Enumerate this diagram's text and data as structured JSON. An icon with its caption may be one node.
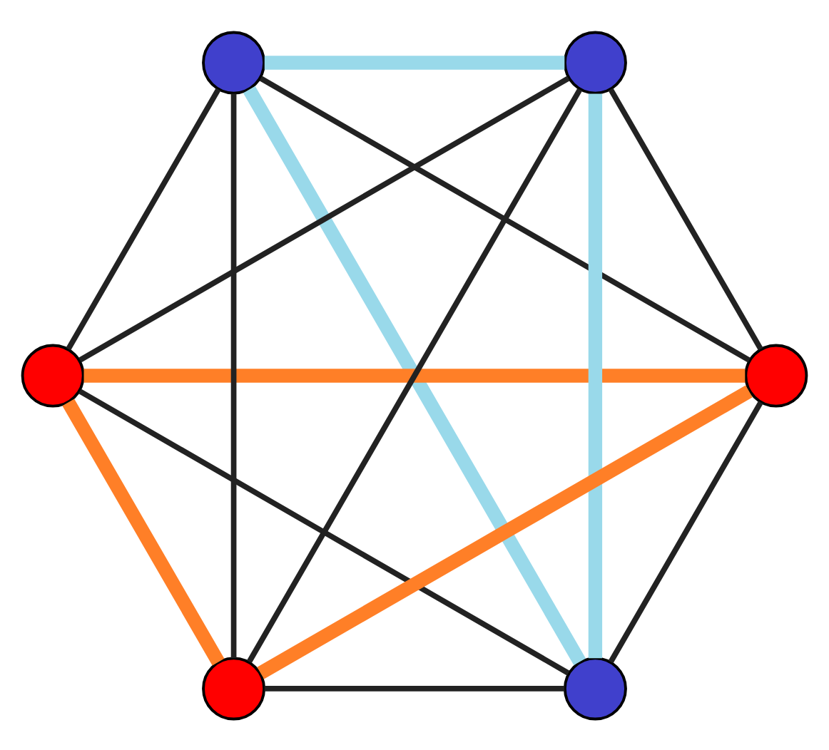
{
  "diagram": {
    "nodes": [
      {
        "text": [],
        "shape": "circle"
      },
      {
        "text": [],
        "shape": "circle"
      },
      {
        "text": [],
        "shape": "circle"
      },
      {
        "text": [],
        "shape": "circle"
      },
      {
        "text": [],
        "shape": "circle"
      },
      {
        "text": [],
        "shape": "circle"
      }
    ],
    "edges": [
      {
        "from": 0,
        "to": 1,
        "arrow": "none"
      },
      {
        "from": 1,
        "to": 3,
        "arrow": "none"
      },
      {
        "from": 3,
        "to": 5,
        "arrow": "none"
      },
      {
        "from": 5,
        "to": 4,
        "arrow": "none"
      },
      {
        "from": 4,
        "to": 2,
        "arrow": "none"
      },
      {
        "from": 2,
        "to": 0,
        "arrow": "none"
      },
      {
        "from": 0,
        "to": 5,
        "arrow": "none"
      },
      {
        "from": 1,
        "to": 4,
        "arrow": "none"
      },
      {
        "from": 2,
        "to": 3,
        "arrow": "none"
      },
      {
        "from": 0,
        "to": 3,
        "arrow": "none",
        "style": "thick",
        "color": "#99d9ea"
      },
      {
        "from": 3,
        "to": 4,
        "arrow": "none",
        "style": "thick",
        "color": "#99d9ea"
      },
      {
        "from": 4,
        "to": 0,
        "arrow": "none",
        "style": "thick",
        "color": "#99d9ea"
      },
      {
        "from": 1,
        "to": 2,
        "arrow": "none",
        "style": "thick",
        "color": "#ff7f27"
      },
      {
        "from": 2,
        "to": 5,
        "arrow": "none",
        "style": "thick",
        "color": "#ff7f27"
      },
      {
        "from": 5,
        "to": 1,
        "arrow": "none",
        "style": "thick",
        "color": "#ff7f27"
      }
    ]
  }
}
